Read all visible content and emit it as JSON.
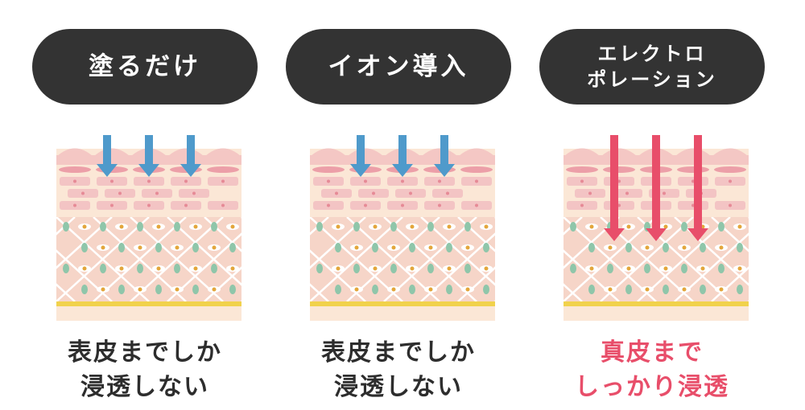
{
  "columns": [
    {
      "title_lines": [
        "塗るだけ"
      ],
      "caption_lines": [
        "表皮までしか",
        "浸透しない"
      ],
      "arrow_color": "#4f9acb",
      "caption_color": "#2d2d2d",
      "depth": "epidermis"
    },
    {
      "title_lines": [
        "イオン導入"
      ],
      "caption_lines": [
        "表皮までしか",
        "浸透しない"
      ],
      "arrow_color": "#4f9acb",
      "caption_color": "#2d2d2d",
      "depth": "epidermis"
    },
    {
      "title_lines": [
        "エレクトロ",
        "ポレーション"
      ],
      "caption_lines": [
        "真皮まで",
        "しっかり浸透"
      ],
      "arrow_color": "#e84e6a",
      "caption_color": "#e84e6a",
      "depth": "dermis"
    }
  ],
  "colors": {
    "pill_bg": "#333333",
    "skin_top": "#f4c7c4",
    "skin_bg": "#fbe7d6",
    "cell_fill": "#f3c4c4",
    "dermis_bg": "#f6d5c8",
    "dermis_line": "#ffffff",
    "node": "#8fc6aa",
    "dot": "#e3a63b",
    "fat_line": "#f1d24c"
  }
}
